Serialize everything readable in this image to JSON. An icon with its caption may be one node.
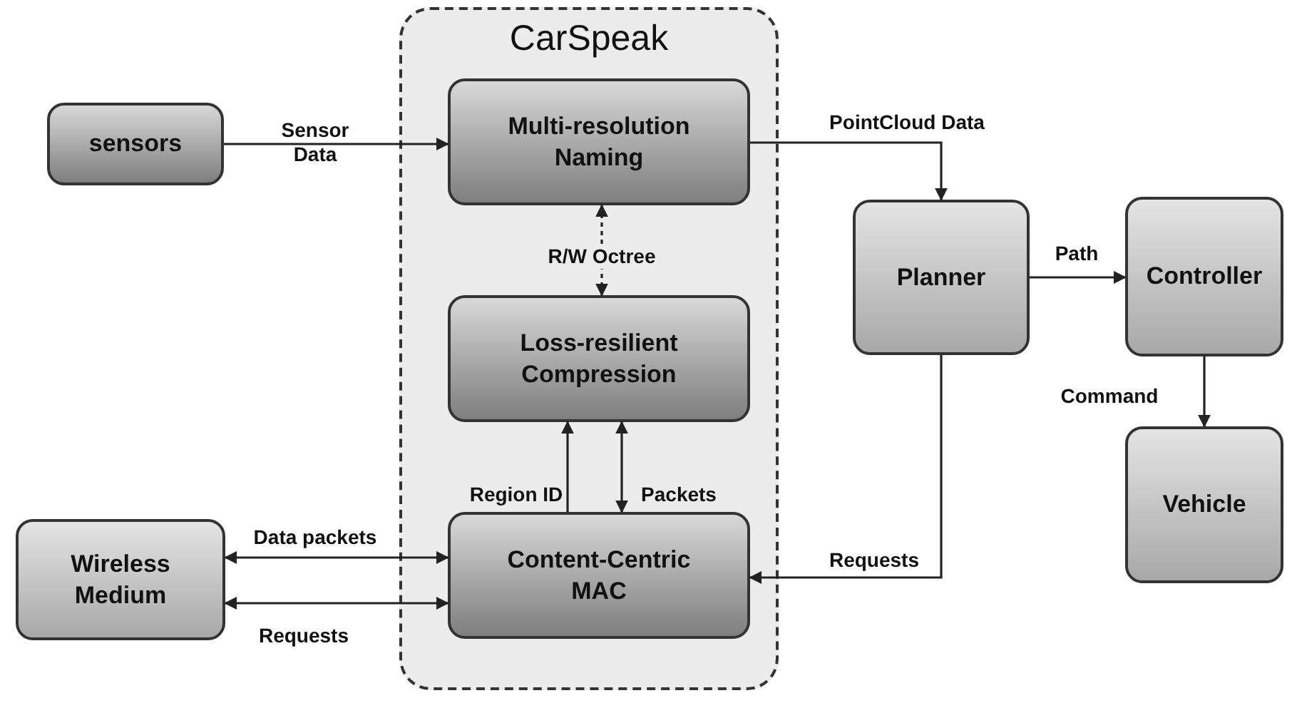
{
  "diagram": {
    "nodes": [
      {
        "text": [
          "CarSpeak"
        ]
      },
      {
        "text": [
          "Multi-resolution Naming"
        ],
        "in": 0
      },
      {
        "text": [
          "Loss-resilient Compression"
        ],
        "in": 0
      },
      {
        "text": [
          "Content-Centric MAC"
        ],
        "in": 0
      },
      {
        "text": [
          "sensors"
        ]
      },
      {
        "text": [
          "Planner"
        ]
      },
      {
        "text": [
          "Controller"
        ]
      },
      {
        "text": [
          "Vehicle"
        ]
      },
      {
        "text": [
          "Wireless Medium"
        ]
      }
    ],
    "edges": [
      {
        "from": 4,
        "to": 1,
        "arrow": "to",
        "label": "Sensor Data"
      },
      {
        "from": 1,
        "to": 2,
        "arrow": "both",
        "label": "R/W Octree",
        "style": "dashed"
      },
      {
        "from": 3,
        "to": 2,
        "arrow": "to",
        "label": "Region ID"
      },
      {
        "from": 2,
        "to": 3,
        "arrow": "both",
        "label": "Packets"
      },
      {
        "from": 8,
        "to": 3,
        "arrow": "both",
        "label": "Data packets"
      },
      {
        "from": 8,
        "to": 3,
        "arrow": "both",
        "label": "Requests"
      },
      {
        "from": 1,
        "to": 5,
        "arrow": "to",
        "label": "PointCloud Data"
      },
      {
        "from": 5,
        "to": 3,
        "arrow": "to",
        "label": "Requests"
      },
      {
        "from": 5,
        "to": 6,
        "arrow": "to",
        "label": "Path"
      },
      {
        "from": 6,
        "to": 7,
        "arrow": "to",
        "label": "Command"
      }
    ]
  }
}
